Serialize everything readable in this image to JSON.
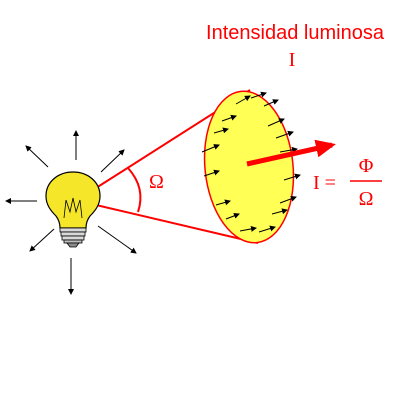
{
  "title": "Intensidad luminosa",
  "symbol": "I",
  "angle_symbol": "Ω",
  "formula": {
    "lhs": "I =",
    "numerator": "Φ",
    "denominator": "Ω"
  },
  "colors": {
    "red": "#ff0000",
    "yellow": "#ffff55",
    "bulb_yellow": "#f5e62a",
    "black": "#000000"
  },
  "icons": {
    "bulb": "light-bulb-icon",
    "arrow": "arrow-icon"
  }
}
